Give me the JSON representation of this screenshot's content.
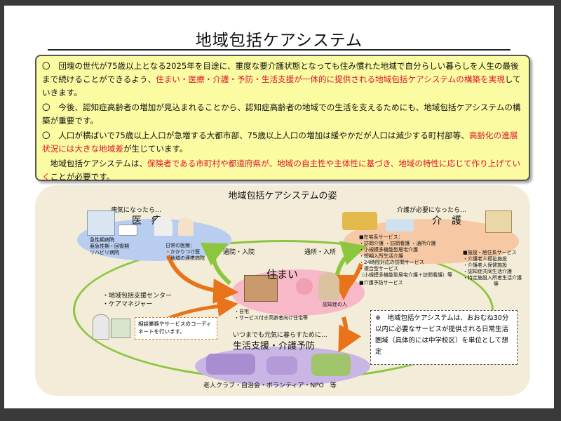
{
  "title": "地域包括ケアシステム",
  "summary": {
    "p1_a": "〇　団塊の世代が75歳以上となる2025年を目途に、重度な要介護状態となっても住み慣れた地域で自分らしい暮らしを人生の最後まで続けることができるよう、",
    "p1_red": "住まい・医療・介護・予防・生活支援が一体的に提供される地域包括ケアシステムの構築を実現",
    "p1_b": "していきます。",
    "p2": "〇　今後、認知症高齢者の増加が見込まれることから、認知症高齢者の地域での生活を支えるためにも、地域包括ケアシステムの構築が重要です。",
    "p3_a": "〇　人口が横ばいで75歳以上人口が急増する大都市部、75歳以上人口の増加は緩やかだが人口は減少する町村部等、",
    "p3_red": "高齢化の進展状況には大きな地域差",
    "p3_b": "が生じています。",
    "p4_a": "　地域包括ケアシステムは、",
    "p4_red": "保険者である市町村や都道府県が、地域の自主性や主体性に基づき、地域の特性に応じて作り上げていく",
    "p4_b": "ことが必要です。"
  },
  "diagram": {
    "title": "地域包括ケアシステムの姿",
    "medical": {
      "prompt": "病気になったら…",
      "heading": "医　療",
      "hospital_items": [
        "急性期病院",
        "亜急性期・回復期",
        "リハビリ病院"
      ],
      "clinic_items": [
        "日常の医療：",
        "・かかりつけ医",
        "・地域の連携病院"
      ]
    },
    "care": {
      "prompt": "介護が必要になったら…",
      "heading": "介　護",
      "home_services": [
        "■在宅系サービス：",
        "・訪問介護 ・訪問看護 ・通所介護",
        "・小規模多機能型居宅介護",
        "・短期入所生活介護",
        "・24時間対応の訪問サービス",
        "・複合型サービス",
        "（小規模多機能型居宅介護＋訪問看護）等"
      ],
      "prevention": "■介護予防サービス",
      "facility_services": [
        "■施設・居住系サービス",
        "・介護老人福祉施設",
        "・介護老人保健施設",
        "・認知症共同生活介護",
        "・特定施設入所者生活介護",
        "等"
      ]
    },
    "home": {
      "heading": "住まい",
      "items": [
        "・自宅",
        "・サービス付き高齢者向け住宅等"
      ],
      "elder_label": "認知症の人"
    },
    "flow_left": "通院・入院",
    "flow_right": "通所・入所",
    "center": {
      "items": [
        "・地域包括支援センター",
        "・ケアマネジャー"
      ],
      "coordination": "相談業務やサービスのコーディネートを行います。"
    },
    "prevention_block": {
      "prompt": "いつまでも元気に暮らすために…",
      "heading": "生活支援・介護予防",
      "groups": "老人クラブ・自治会・ボランティア・NPO　等"
    },
    "note": "※　地域包括ケアシステムは、おおむね30分以内に必要なサービスが提供される日常生活圏域（具体的には中学校区）を単位として想定"
  },
  "colors": {
    "summary_bg": "#fbfba2",
    "accent_red": "#e0142a",
    "ring_green": "#8cc63f",
    "arrow_orange": "#e8731a",
    "diagram_bg": "#f3ecd8"
  }
}
